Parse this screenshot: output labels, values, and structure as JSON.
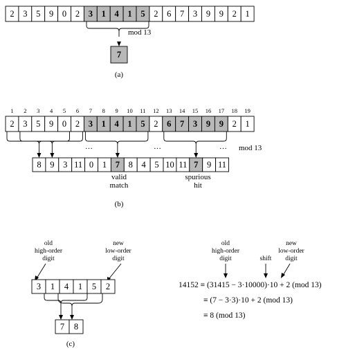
{
  "panel_a": {
    "digits": [
      "2",
      "3",
      "5",
      "9",
      "0",
      "2",
      "3",
      "1",
      "4",
      "1",
      "5",
      "2",
      "6",
      "7",
      "3",
      "9",
      "9",
      "2",
      "1"
    ],
    "shaded_range": [
      6,
      10
    ],
    "mod_label": "mod 13",
    "result": "7",
    "caption": "(a)"
  },
  "panel_b": {
    "indices": [
      "1",
      "2",
      "3",
      "4",
      "5",
      "6",
      "7",
      "8",
      "9",
      "10",
      "11",
      "12",
      "13",
      "14",
      "15",
      "16",
      "17",
      "18",
      "19"
    ],
    "digits": [
      "2",
      "3",
      "5",
      "9",
      "0",
      "2",
      "3",
      "1",
      "4",
      "1",
      "5",
      "2",
      "6",
      "7",
      "3",
      "9",
      "9",
      "2",
      "1"
    ],
    "shaded_windows": [
      [
        6,
        10
      ],
      [
        12,
        16
      ]
    ],
    "mod_values": [
      "8",
      "9",
      "3",
      "11",
      "0",
      "1",
      "7",
      "8",
      "4",
      "5",
      "10",
      "11",
      "7",
      "9",
      "11"
    ],
    "shaded_mods": [
      6,
      12
    ],
    "ellipsis": "…",
    "mod_label": "mod 13",
    "valid_label_1": "valid",
    "valid_label_2": "match",
    "spurious_label_1": "spurious",
    "spurious_label_2": "hit",
    "caption": "(b)"
  },
  "panel_c": {
    "old_label": [
      "old",
      "high-order",
      "digit"
    ],
    "new_label": [
      "new",
      "low-order",
      "digit"
    ],
    "digits": [
      "3",
      "1",
      "4",
      "1",
      "5",
      "2"
    ],
    "results": [
      "7",
      "8"
    ],
    "shift_label": "shift",
    "eq_line_1": "14152 ≡ (31415 − 3·10000)·10 + 2  (mod 13)",
    "eq_line_2": "≡ (7 − 3·3)·10 + 2  (mod 13)",
    "eq_line_3": "≡ 8  (mod 13)",
    "caption": "(c)"
  }
}
